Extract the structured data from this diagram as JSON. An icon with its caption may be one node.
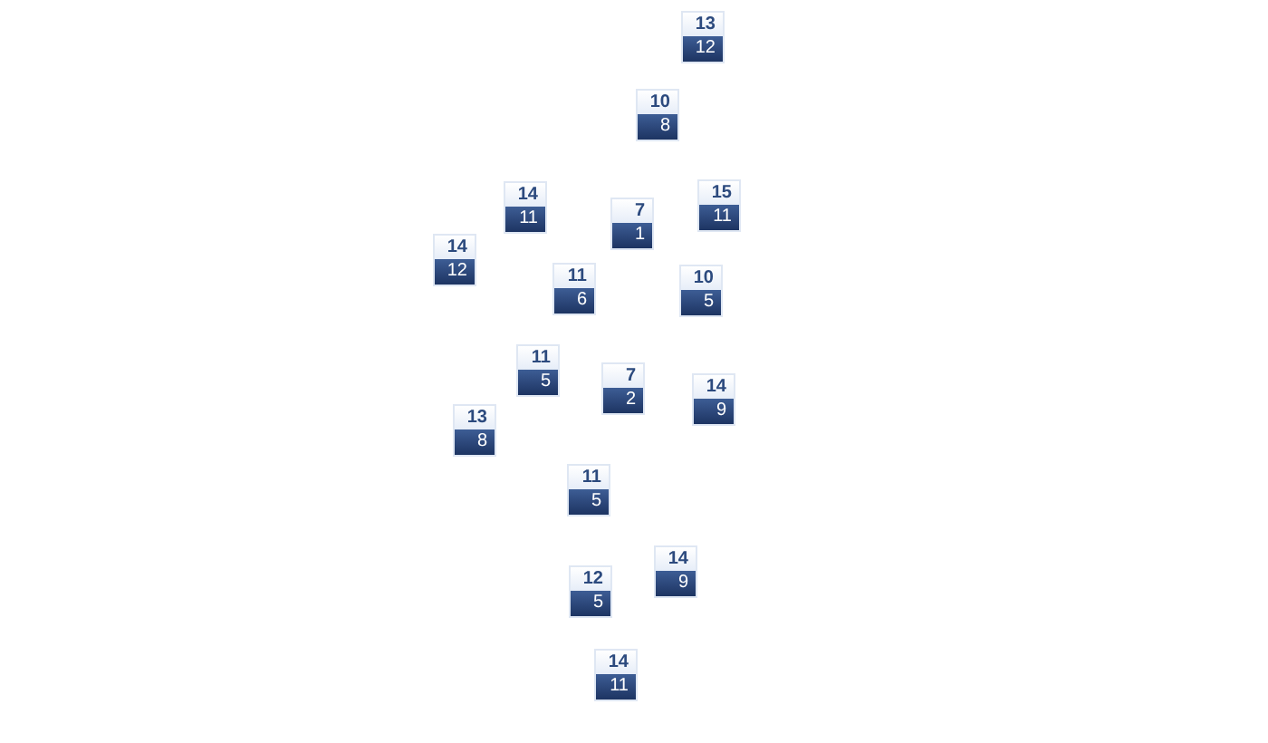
{
  "diagram": {
    "nodes": [
      {
        "text": [
          "13",
          "12"
        ]
      },
      {
        "text": [
          "10",
          "8"
        ]
      },
      {
        "text": [
          "14",
          "11"
        ]
      },
      {
        "text": [
          "7",
          "1"
        ]
      },
      {
        "text": [
          "15",
          "11"
        ]
      },
      {
        "text": [
          "14",
          "12"
        ]
      },
      {
        "text": [
          "11",
          "6"
        ]
      },
      {
        "text": [
          "10",
          "5"
        ]
      },
      {
        "text": [
          "11",
          "5"
        ]
      },
      {
        "text": [
          "7",
          "2"
        ]
      },
      {
        "text": [
          "14",
          "9"
        ]
      },
      {
        "text": [
          "13",
          "8"
        ]
      },
      {
        "text": [
          "11",
          "5"
        ]
      },
      {
        "text": [
          "14",
          "9"
        ]
      },
      {
        "text": [
          "12",
          "5"
        ]
      },
      {
        "text": [
          "14",
          "11"
        ]
      }
    ]
  }
}
